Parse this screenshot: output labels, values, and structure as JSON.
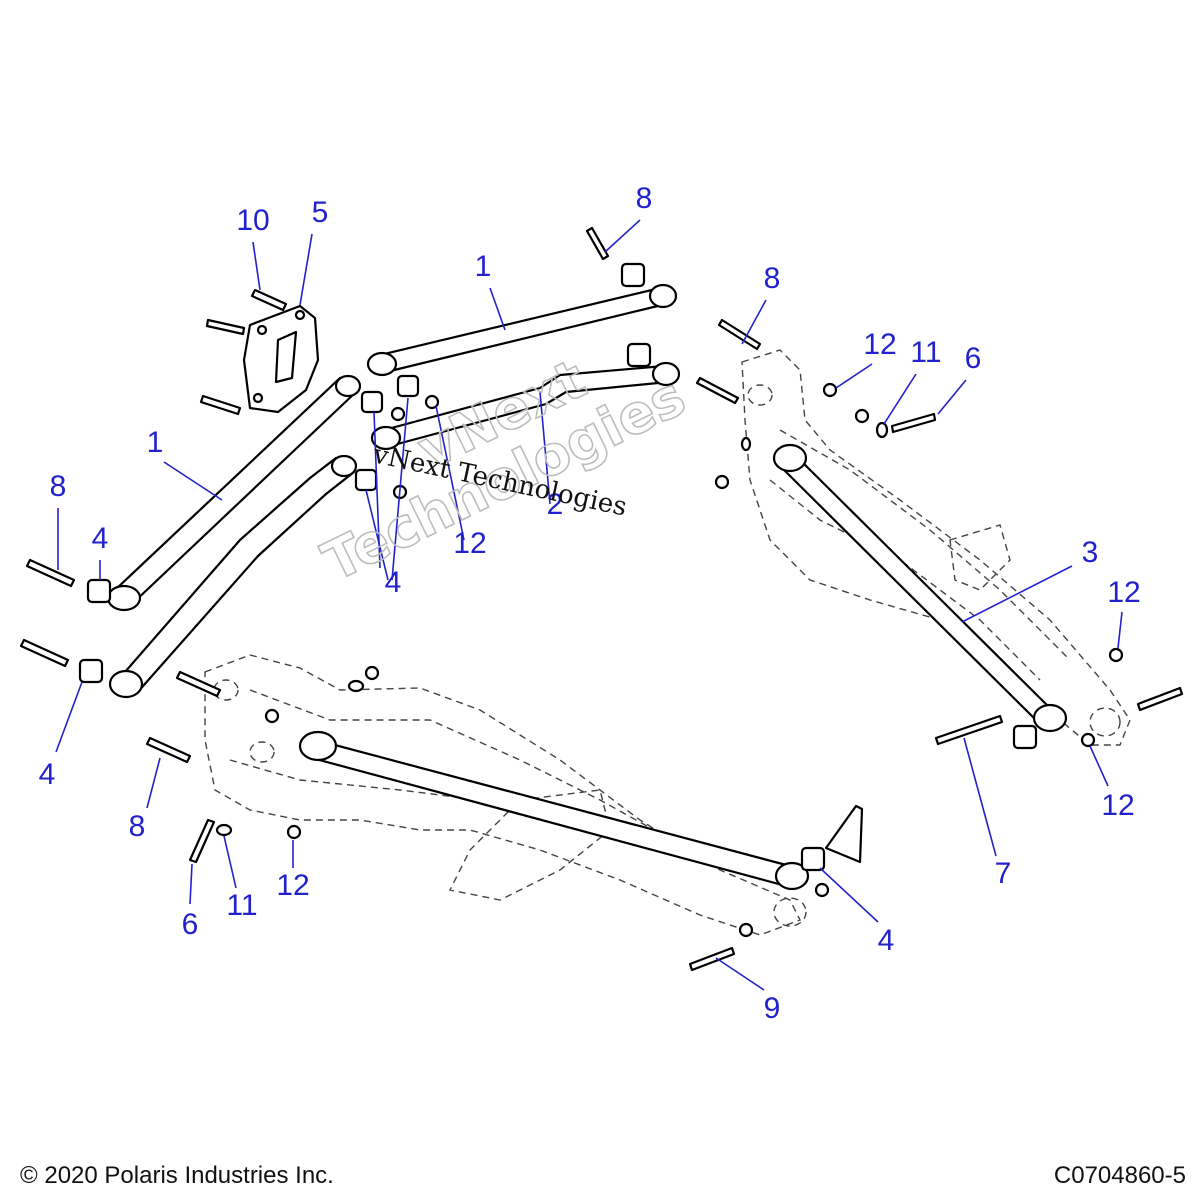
{
  "colors": {
    "callout": "#2222cc",
    "line": "#000000",
    "ghost": "#444444",
    "watermark": "#bdbdbd"
  },
  "callouts": [
    {
      "id": "c10",
      "text": "10"
    },
    {
      "id": "c5a",
      "text": "5"
    },
    {
      "id": "c8a",
      "text": "8"
    },
    {
      "id": "c1a",
      "text": "1"
    },
    {
      "id": "c8b",
      "text": "8"
    },
    {
      "id": "c12a",
      "text": "12"
    },
    {
      "id": "c11a",
      "text": "11"
    },
    {
      "id": "c6a",
      "text": "6"
    },
    {
      "id": "c1b",
      "text": "1"
    },
    {
      "id": "c8c",
      "text": "8"
    },
    {
      "id": "c4a",
      "text": "4"
    },
    {
      "id": "c2",
      "text": "2"
    },
    {
      "id": "c12b",
      "text": "12"
    },
    {
      "id": "c4b",
      "text": "4"
    },
    {
      "id": "c3",
      "text": "3"
    },
    {
      "id": "c12c",
      "text": "12"
    },
    {
      "id": "c4c",
      "text": "4"
    },
    {
      "id": "c8d",
      "text": "8"
    },
    {
      "id": "c12d",
      "text": "12"
    },
    {
      "id": "c7",
      "text": "7"
    },
    {
      "id": "c11b",
      "text": "11"
    },
    {
      "id": "c12e",
      "text": "12"
    },
    {
      "id": "c6b",
      "text": "6"
    },
    {
      "id": "c4d",
      "text": "4"
    },
    {
      "id": "c9",
      "text": "9"
    }
  ],
  "watermark": {
    "small": "vNext Technologies",
    "large_line1": "vNext",
    "large_line2": "Technologies"
  },
  "footer": {
    "copyright": "© 2020 Polaris Industries Inc.",
    "figure_id": "C0704860-5"
  }
}
